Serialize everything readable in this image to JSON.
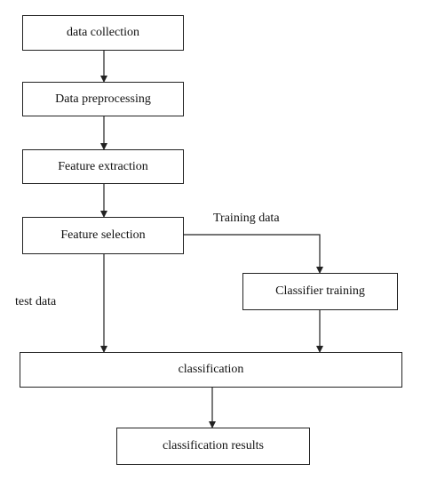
{
  "nodes": {
    "data_collection": "data collection",
    "data_preprocessing": "Data preprocessing",
    "feature_extraction": "Feature extraction",
    "feature_selection": "Feature selection",
    "classifier_training": "Classifier training",
    "classification": "classification",
    "classification_results": "classification results"
  },
  "edge_labels": {
    "training_data": "Training data",
    "test_data": "test data"
  }
}
